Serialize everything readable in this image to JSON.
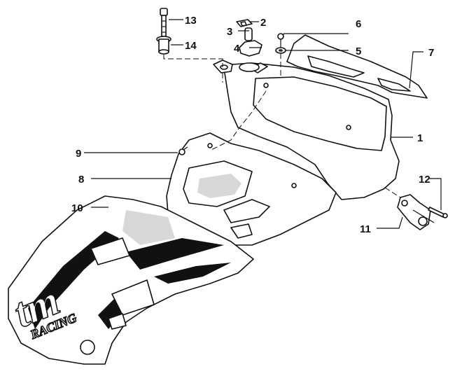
{
  "diagram": {
    "callouts": [
      {
        "id": "1",
        "text": "1"
      },
      {
        "id": "2",
        "text": "2"
      },
      {
        "id": "3",
        "text": "3"
      },
      {
        "id": "4",
        "text": "4"
      },
      {
        "id": "5",
        "text": "5"
      },
      {
        "id": "6",
        "text": "6"
      },
      {
        "id": "7",
        "text": "7"
      },
      {
        "id": "8",
        "text": "8"
      },
      {
        "id": "9",
        "text": "9"
      },
      {
        "id": "10",
        "text": "10"
      },
      {
        "id": "11",
        "text": "11"
      },
      {
        "id": "12",
        "text": "12"
      },
      {
        "id": "13",
        "text": "13"
      },
      {
        "id": "14",
        "text": "14"
      }
    ],
    "decal": {
      "brand": "tm",
      "sub": "RACING"
    }
  }
}
